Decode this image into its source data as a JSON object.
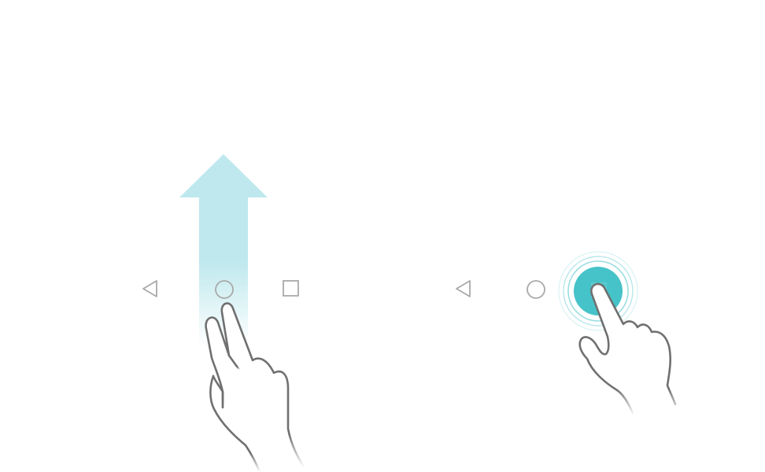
{
  "colors": {
    "background": "#ffffff",
    "arrow": "#b2e4ea",
    "nav_icon": "#a9a9a9",
    "hand_stroke": "#707070",
    "tap_fill": "#45c3c8",
    "tap_ring": "#7fd4d8"
  },
  "panels": [
    {
      "gesture": "two-finger-swipe-up",
      "nav_bar": {
        "icons": [
          "back-icon",
          "home-icon",
          "recents-icon"
        ]
      },
      "indicator": "up-arrow"
    },
    {
      "gesture": "tap-recents",
      "nav_bar": {
        "icons": [
          "back-icon",
          "home-icon",
          "recents-icon"
        ]
      },
      "indicator": "tap-ripple"
    }
  ]
}
